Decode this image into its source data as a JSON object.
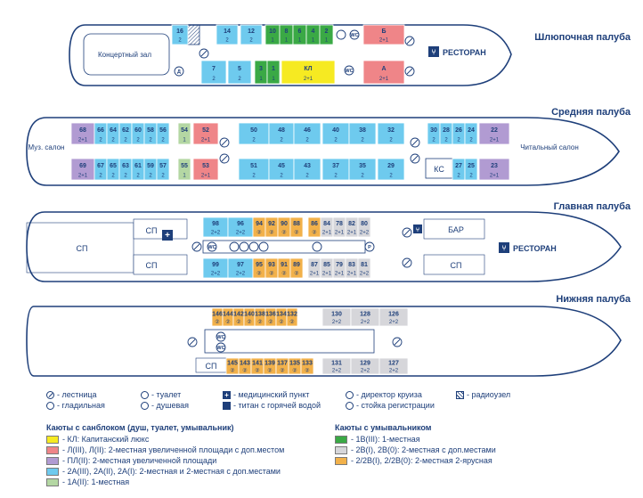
{
  "deck_titles": {
    "boat": "Шлюпочная палуба",
    "middle": "Средняя палуба",
    "main": "Главная палуба",
    "lower": "Нижняя палуба"
  },
  "labels": {
    "concert_hall": "Концертный зал",
    "restaurant": "РЕСТОРАН",
    "music_salon": "Муз. салон",
    "reading_salon": "Читальный салон",
    "ks": "КС",
    "bar": "БАР",
    "sp": "СП",
    "cruise_director_letter": "Д",
    "wc": "WC",
    "registration_letter": "Р"
  },
  "colors": {
    "lux": "#f6ea22",
    "ll": "#ef8588",
    "pl": "#b19bd2",
    "two_a": "#6ecaee",
    "one_a": "#b4d7a3",
    "one_b": "#3aa945",
    "two_b": "#d6d6da",
    "bunk": "#f2b14a"
  },
  "cabins": {
    "boat": [
      {
        "n": "16",
        "c": "2",
        "col": "two_a"
      },
      {
        "n": "14",
        "c": "2",
        "col": "two_a"
      },
      {
        "n": "12",
        "c": "2",
        "col": "two_a"
      },
      {
        "n": "10",
        "c": "1",
        "col": "one_b"
      },
      {
        "n": "8",
        "c": "1",
        "col": "one_b"
      },
      {
        "n": "6",
        "c": "1",
        "col": "one_b"
      },
      {
        "n": "4",
        "c": "1",
        "col": "one_b"
      },
      {
        "n": "2",
        "c": "1",
        "col": "one_b"
      },
      {
        "n": "Б",
        "c": "2+1",
        "col": "ll"
      },
      {
        "n": "7",
        "c": "2",
        "col": "two_a"
      },
      {
        "n": "5",
        "c": "2",
        "col": "two_a"
      },
      {
        "n": "3",
        "c": "1",
        "col": "one_b"
      },
      {
        "n": "1",
        "c": "1",
        "col": "one_b"
      },
      {
        "n": "КЛ",
        "c": "2+1",
        "col": "lux"
      },
      {
        "n": "А",
        "c": "2+1",
        "col": "ll"
      }
    ],
    "middle_top": [
      {
        "n": "68",
        "c": "2+1",
        "col": "pl"
      },
      {
        "n": "66",
        "c": "2",
        "col": "two_a"
      },
      {
        "n": "64",
        "c": "2",
        "col": "two_a"
      },
      {
        "n": "62",
        "c": "2",
        "col": "two_a"
      },
      {
        "n": "60",
        "c": "2",
        "col": "two_a"
      },
      {
        "n": "58",
        "c": "2",
        "col": "two_a"
      },
      {
        "n": "56",
        "c": "2",
        "col": "two_a"
      },
      {
        "n": "54",
        "c": "1",
        "col": "one_a"
      },
      {
        "n": "52",
        "c": "2+1",
        "col": "ll"
      },
      {
        "n": "50",
        "c": "2",
        "col": "two_a"
      },
      {
        "n": "48",
        "c": "2",
        "col": "two_a"
      },
      {
        "n": "46",
        "c": "2",
        "col": "two_a"
      },
      {
        "n": "40",
        "c": "2",
        "col": "two_a"
      },
      {
        "n": "38",
        "c": "2",
        "col": "two_a"
      },
      {
        "n": "32",
        "c": "2",
        "col": "two_a"
      },
      {
        "n": "30",
        "c": "2",
        "col": "two_a"
      },
      {
        "n": "28",
        "c": "2",
        "col": "two_a"
      },
      {
        "n": "26",
        "c": "2",
        "col": "two_a"
      },
      {
        "n": "24",
        "c": "2",
        "col": "two_a"
      },
      {
        "n": "22",
        "c": "2+1",
        "col": "pl"
      }
    ],
    "middle_bottom": [
      {
        "n": "69",
        "c": "2+1",
        "col": "pl"
      },
      {
        "n": "67",
        "c": "2",
        "col": "two_a"
      },
      {
        "n": "65",
        "c": "2",
        "col": "two_a"
      },
      {
        "n": "63",
        "c": "2",
        "col": "two_a"
      },
      {
        "n": "61",
        "c": "2",
        "col": "two_a"
      },
      {
        "n": "59",
        "c": "2",
        "col": "two_a"
      },
      {
        "n": "57",
        "c": "2",
        "col": "two_a"
      },
      {
        "n": "55",
        "c": "1",
        "col": "one_a"
      },
      {
        "n": "53",
        "c": "2+1",
        "col": "ll"
      },
      {
        "n": "51",
        "c": "2",
        "col": "two_a"
      },
      {
        "n": "45",
        "c": "2",
        "col": "two_a"
      },
      {
        "n": "43",
        "c": "2",
        "col": "two_a"
      },
      {
        "n": "37",
        "c": "2",
        "col": "two_a"
      },
      {
        "n": "35",
        "c": "2",
        "col": "two_a"
      },
      {
        "n": "29",
        "c": "2",
        "col": "two_a"
      },
      {
        "n": "27",
        "c": "2",
        "col": "two_a"
      },
      {
        "n": "25",
        "c": "2",
        "col": "two_a"
      },
      {
        "n": "23",
        "c": "2+1",
        "col": "pl"
      }
    ],
    "main_top": [
      {
        "n": "98",
        "c": "2+2",
        "col": "two_a"
      },
      {
        "n": "96",
        "c": "2+2",
        "col": "two_a"
      },
      {
        "n": "94",
        "c": "②",
        "col": "bunk"
      },
      {
        "n": "92",
        "c": "②",
        "col": "bunk"
      },
      {
        "n": "90",
        "c": "②",
        "col": "bunk"
      },
      {
        "n": "88",
        "c": "②",
        "col": "bunk"
      },
      {
        "n": "86",
        "c": "②",
        "col": "bunk"
      },
      {
        "n": "84",
        "c": "2+1",
        "col": "two_b"
      },
      {
        "n": "78",
        "c": "2+1",
        "col": "two_b"
      },
      {
        "n": "82",
        "c": "2+1",
        "col": "two_b"
      },
      {
        "n": "80",
        "c": "2+2",
        "col": "two_b"
      }
    ],
    "main_bottom": [
      {
        "n": "99",
        "c": "2+2",
        "col": "two_a"
      },
      {
        "n": "97",
        "c": "2+2",
        "col": "two_a"
      },
      {
        "n": "95",
        "c": "②",
        "col": "bunk"
      },
      {
        "n": "93",
        "c": "②",
        "col": "bunk"
      },
      {
        "n": "91",
        "c": "②",
        "col": "bunk"
      },
      {
        "n": "89",
        "c": "②",
        "col": "bunk"
      },
      {
        "n": "87",
        "c": "2+1",
        "col": "two_b"
      },
      {
        "n": "85",
        "c": "2+1",
        "col": "two_b"
      },
      {
        "n": "79",
        "c": "2+1",
        "col": "two_b"
      },
      {
        "n": "83",
        "c": "2+1",
        "col": "two_b"
      },
      {
        "n": "81",
        "c": "2+2",
        "col": "two_b"
      }
    ],
    "lower_top": [
      {
        "n": "146",
        "c": "②",
        "col": "bunk"
      },
      {
        "n": "144",
        "c": "②",
        "col": "bunk"
      },
      {
        "n": "142",
        "c": "②",
        "col": "bunk"
      },
      {
        "n": "140",
        "c": "②",
        "col": "bunk"
      },
      {
        "n": "138",
        "c": "②",
        "col": "bunk"
      },
      {
        "n": "136",
        "c": "②",
        "col": "bunk"
      },
      {
        "n": "134",
        "c": "②",
        "col": "bunk"
      },
      {
        "n": "132",
        "c": "②",
        "col": "bunk"
      },
      {
        "n": "130",
        "c": "2+2",
        "col": "two_b"
      },
      {
        "n": "128",
        "c": "2+2",
        "col": "two_b"
      },
      {
        "n": "126",
        "c": "2+2",
        "col": "two_b"
      }
    ],
    "lower_bottom": [
      {
        "n": "145",
        "c": "②",
        "col": "bunk"
      },
      {
        "n": "143",
        "c": "②",
        "col": "bunk"
      },
      {
        "n": "141",
        "c": "②",
        "col": "bunk"
      },
      {
        "n": "139",
        "c": "②",
        "col": "bunk"
      },
      {
        "n": "137",
        "c": "②",
        "col": "bunk"
      },
      {
        "n": "135",
        "c": "②",
        "col": "bunk"
      },
      {
        "n": "133",
        "c": "②",
        "col": "bunk"
      },
      {
        "n": "131",
        "c": "2+2",
        "col": "two_b"
      },
      {
        "n": "129",
        "c": "2+2",
        "col": "two_b"
      },
      {
        "n": "127",
        "c": "2+2",
        "col": "two_b"
      }
    ]
  },
  "legend_symbols": {
    "stairs": "- лестница",
    "toilet": "- туалет",
    "medical": "- медицинский пункт",
    "director": "- директор круиза",
    "radio": "- радиоузел",
    "ironing": "- гладильная",
    "shower": "- душевая",
    "titan": "- титан с горячей водой",
    "registration": "- стойка регистрации"
  },
  "legend_left": {
    "title": "Каюты с санблоком (душ, туалет, умывальник)",
    "items": [
      {
        "col": "lux",
        "text": "- КЛ: Капитанский люкс"
      },
      {
        "col": "ll",
        "text": "- Л(III), Л(II): 2-местная увеличенной площади с доп.местом"
      },
      {
        "col": "pl",
        "text": "- ПЛ(II): 2-местная увеличенной площади"
      },
      {
        "col": "two_a",
        "text": "- 2А(III), 2А(II), 2А(I): 2-местная и 2-местная с доп.местами"
      },
      {
        "col": "one_a",
        "text": "- 1А(II): 1-местная"
      }
    ]
  },
  "legend_right": {
    "title": "Каюты с умывальником",
    "items": [
      {
        "col": "one_b",
        "text": "- 1В(III): 1-местная"
      },
      {
        "col": "two_b",
        "text": "- 2В(I), 2В(0): 2-местная с доп.местами"
      },
      {
        "col": "bunk",
        "text": "- 2/2В(I), 2/2В(0): 2-местная 2-ярусная"
      }
    ]
  }
}
